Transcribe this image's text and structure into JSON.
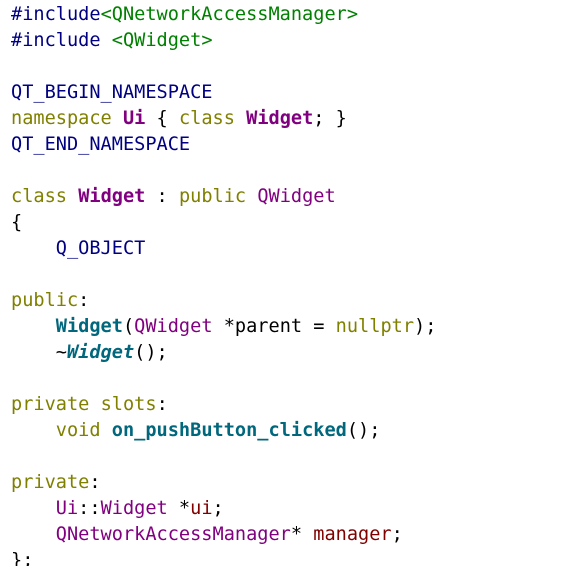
{
  "editor": {
    "language": "C++",
    "lines": [
      [
        {
          "t": "#include",
          "c": "pre"
        },
        {
          "t": "<QNetworkAccessManager>",
          "c": "inc"
        }
      ],
      [
        {
          "t": "#include",
          "c": "pre"
        },
        {
          "t": " ",
          "c": "plain"
        },
        {
          "t": "<QWidget>",
          "c": "inc"
        }
      ],
      [],
      [
        {
          "t": "QT_BEGIN_NAMESPACE",
          "c": "macro"
        }
      ],
      [
        {
          "t": "namespace",
          "c": "kw"
        },
        {
          "t": " ",
          "c": "plain"
        },
        {
          "t": "Ui",
          "c": "typeb"
        },
        {
          "t": " { ",
          "c": "plain"
        },
        {
          "t": "class",
          "c": "kw"
        },
        {
          "t": " ",
          "c": "plain"
        },
        {
          "t": "Widget",
          "c": "typeb"
        },
        {
          "t": "; }",
          "c": "plain"
        }
      ],
      [
        {
          "t": "QT_END_NAMESPACE",
          "c": "macro"
        }
      ],
      [],
      [
        {
          "t": "class",
          "c": "kw"
        },
        {
          "t": " ",
          "c": "plain"
        },
        {
          "t": "Widget",
          "c": "typeb"
        },
        {
          "t": " : ",
          "c": "plain"
        },
        {
          "t": "public",
          "c": "kw"
        },
        {
          "t": " ",
          "c": "plain"
        },
        {
          "t": "QWidget",
          "c": "type"
        }
      ],
      [
        {
          "t": "{",
          "c": "plain"
        }
      ],
      [
        {
          "t": "    ",
          "c": "plain"
        },
        {
          "t": "Q_OBJECT",
          "c": "macro"
        }
      ],
      [],
      [
        {
          "t": "public",
          "c": "kw"
        },
        {
          "t": ":",
          "c": "plain"
        }
      ],
      [
        {
          "t": "    ",
          "c": "plain"
        },
        {
          "t": "Widget",
          "c": "fnb"
        },
        {
          "t": "(",
          "c": "plain"
        },
        {
          "t": "QWidget",
          "c": "type"
        },
        {
          "t": " *parent = ",
          "c": "plain"
        },
        {
          "t": "nullptr",
          "c": "kw"
        },
        {
          "t": ");",
          "c": "plain"
        }
      ],
      [
        {
          "t": "    ~",
          "c": "plain"
        },
        {
          "t": "Widget",
          "c": "fnbi"
        },
        {
          "t": "();",
          "c": "plain"
        }
      ],
      [],
      [
        {
          "t": "private",
          "c": "kw"
        },
        {
          "t": " ",
          "c": "plain"
        },
        {
          "t": "slots",
          "c": "kw"
        },
        {
          "t": ":",
          "c": "plain"
        }
      ],
      [
        {
          "t": "    ",
          "c": "plain"
        },
        {
          "t": "void",
          "c": "kw"
        },
        {
          "t": " ",
          "c": "plain"
        },
        {
          "t": "on_pushButton_clicked",
          "c": "fnb"
        },
        {
          "t": "();",
          "c": "plain"
        }
      ],
      [],
      [
        {
          "t": "private",
          "c": "kw"
        },
        {
          "t": ":",
          "c": "plain"
        }
      ],
      [
        {
          "t": "    ",
          "c": "plain"
        },
        {
          "t": "Ui",
          "c": "type"
        },
        {
          "t": "::",
          "c": "plain"
        },
        {
          "t": "Widget",
          "c": "type"
        },
        {
          "t": " *",
          "c": "plain"
        },
        {
          "t": "ui",
          "c": "member"
        },
        {
          "t": ";",
          "c": "plain"
        }
      ],
      [
        {
          "t": "    ",
          "c": "plain"
        },
        {
          "t": "QNetworkAccessManager",
          "c": "type"
        },
        {
          "t": "* ",
          "c": "plain"
        },
        {
          "t": "manager",
          "c": "member"
        },
        {
          "t": ";",
          "c": "plain"
        }
      ],
      [
        {
          "t": "};",
          "c": "plain"
        }
      ]
    ]
  },
  "colors": {
    "background": "#ffffff",
    "preprocessor": "#000080",
    "include_path": "#008000",
    "keyword": "#808000",
    "type": "#800080",
    "function": "#00677c",
    "member": "#800000",
    "text": "#000000"
  }
}
